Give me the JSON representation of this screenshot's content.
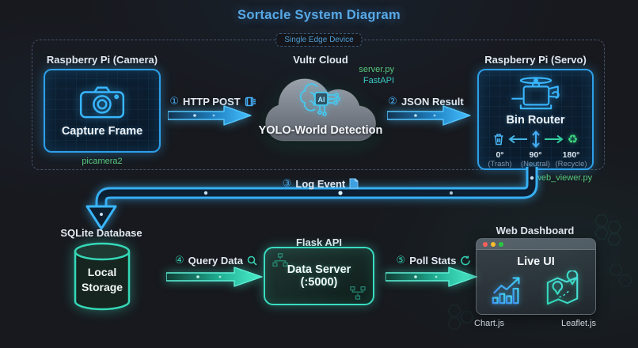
{
  "title": "Sortacle System Diagram",
  "badge": "Single Edge Device",
  "colors": {
    "accent_blue": "#38b0f5",
    "accent_teal": "#35d8b8",
    "accent_green": "#58c87e",
    "title_blue": "#58a9e6",
    "dot_red": "#ff5f57",
    "dot_yellow": "#febc2e",
    "dot_green": "#2ac840"
  },
  "nodes": {
    "camera": {
      "title": "Raspberry Pi (Camera)",
      "label": "Capture Frame",
      "sublabel": "picamera2"
    },
    "cloud": {
      "title": "Vultr Cloud",
      "label": "YOLO-World Detection",
      "tag1": "server.py",
      "tag2": "FastAPI"
    },
    "servo": {
      "title": "Raspberry Pi (Servo)",
      "label": "Bin Router",
      "sublabel": "web_viewer.py",
      "positions": [
        {
          "angle": "0°",
          "name": "(Trash)"
        },
        {
          "angle": "90°",
          "name": "(Neutral)"
        },
        {
          "angle": "180°",
          "name": "(Recycle)"
        }
      ]
    },
    "sqlite": {
      "title": "SQLite Database",
      "label_line1": "Local",
      "label_line2": "Storage"
    },
    "flask": {
      "title": "Flask API",
      "label": "Data Server",
      "port": "(:5000)"
    },
    "dashboard": {
      "title": "Web Dashboard",
      "label": "Live UI",
      "tag1": "Chart.js",
      "tag2": "Leaflet.js"
    }
  },
  "arrows": {
    "http_post": {
      "num": "①",
      "label": "HTTP POST"
    },
    "json_result": {
      "num": "②",
      "label": "JSON Result"
    },
    "log_event": {
      "num": "③",
      "label": "Log Event"
    },
    "query_data": {
      "num": "④",
      "label": "Query Data"
    },
    "poll_stats": {
      "num": "⑤",
      "label": "Poll Stats"
    }
  }
}
